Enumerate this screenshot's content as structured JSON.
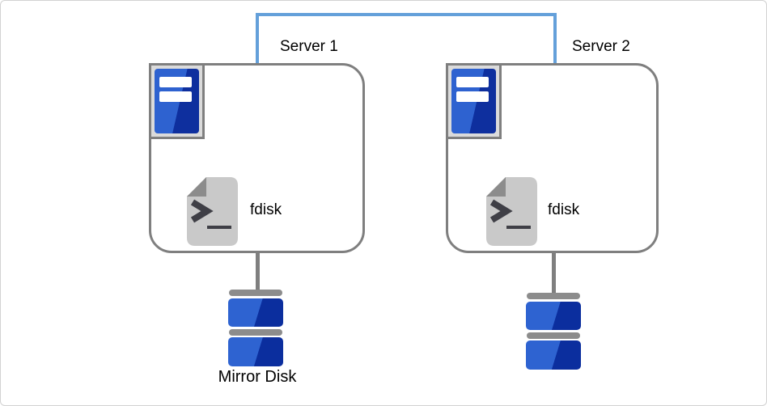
{
  "diagram_type": "server-mirror-disk-topology",
  "connection": {
    "style": "bracket-link",
    "color": "#64a0da"
  },
  "servers": [
    {
      "label": "Server 1",
      "process_label": "fdisk",
      "icon": "server-tower-icon"
    },
    {
      "label": "Server 2",
      "process_label": "fdisk",
      "icon": "server-tower-icon"
    }
  ],
  "disks": [
    {
      "label": "Mirror Disk",
      "icon": "disk-stack-icon"
    },
    {
      "label": "",
      "icon": "disk-stack-icon"
    }
  ],
  "icons": {
    "process": "terminal-file-icon"
  },
  "colors": {
    "link_blue": "#64a0da",
    "border_gray": "#7f7f7f",
    "frame_fill_gray": "#dbdbdb",
    "bar_gray": "#8c8c8c",
    "blue_light": "#2e62d0",
    "blue_dark": "#0e2f9e",
    "disk_blue_light": "#2e63d1",
    "disk_blue_dark": "#0b2e9e",
    "doc_gray": "#c9c9c9",
    "doc_fold_gray": "#8c8c8c",
    "glyph_gray": "#3f3f46",
    "text_black": "#000000"
  }
}
